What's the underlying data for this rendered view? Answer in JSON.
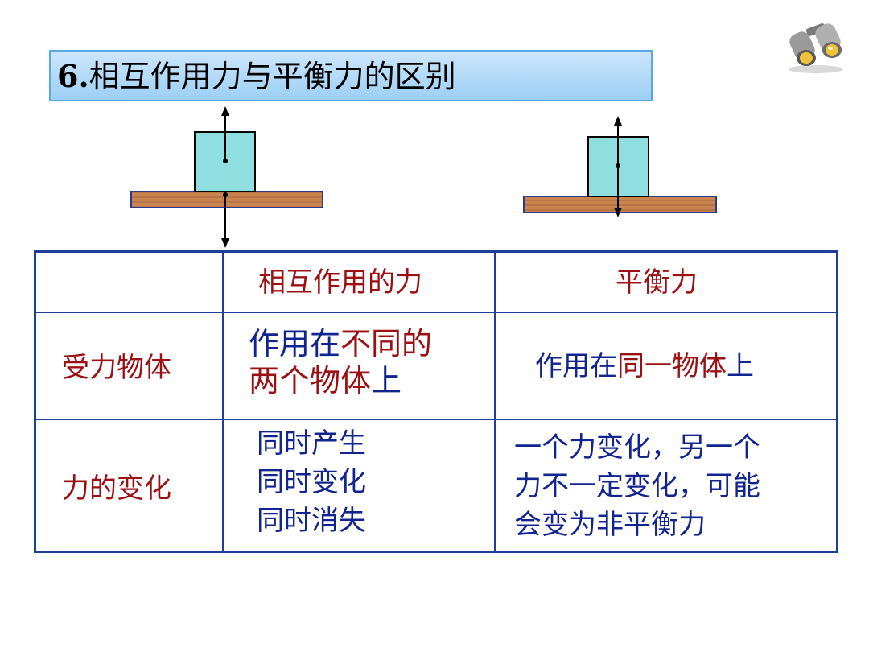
{
  "title": {
    "number": "6.",
    "text": "相互作用力与平衡力的区别"
  },
  "table": {
    "header": {
      "col1": "相互作用的力",
      "col2": "平衡力"
    },
    "row1": {
      "label": "受力物体",
      "col1_line1_a": "作用在",
      "col1_line1_b": "不同的",
      "col1_line2_a": "两个物体",
      "col1_line2_b": "上",
      "col2_a": "作用在",
      "col2_b": "同一物体",
      "col2_c": "上"
    },
    "row2": {
      "label": "力的变化",
      "col1_lines": [
        "同时产生",
        "同时变化",
        "同时消失"
      ],
      "col2_lines": [
        "一个力变化，另一个",
        "力不一定变化，可能",
        "会变为非平衡力"
      ]
    }
  },
  "colors": {
    "label_red": "#9c1014",
    "text_blue": "#12248f",
    "border": "#1d3f9a"
  },
  "icons": {
    "corner": "binoculars-icon"
  }
}
